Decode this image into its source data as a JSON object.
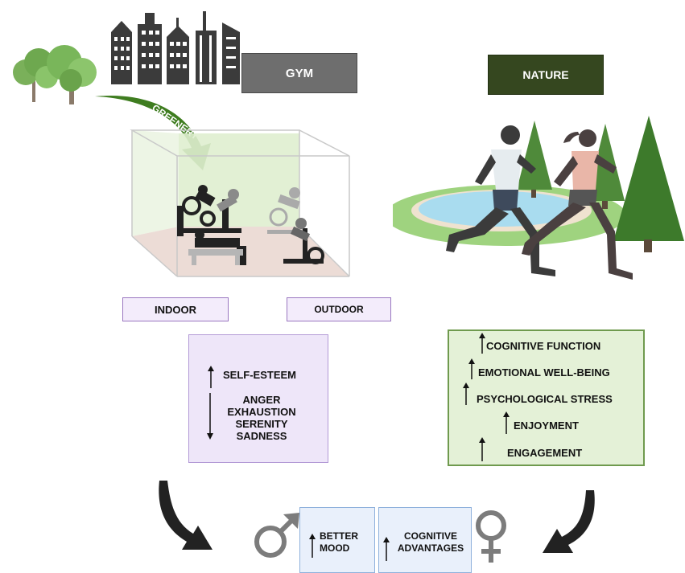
{
  "labels": {
    "gym": "GYM",
    "nature": "NATURE",
    "greenery": "GREENERY",
    "indoor": "INDOOR",
    "outdoor": "OUTDOOR"
  },
  "indoor_effects": {
    "increase": [
      "SELF-ESTEEM"
    ],
    "decrease": [
      "ANGER",
      "EXHAUSTION",
      "SERENITY",
      "SADNESS"
    ]
  },
  "nature_effects": [
    "COGNITIVE FUNCTION",
    "EMOTIONAL WELL-BEING",
    "PSYCHOLOGICAL STRESS",
    "ENJOYMENT",
    "ENGAGEMENT"
  ],
  "outcomes": {
    "mood": "BETTER MOOD",
    "cognitive": "COGNITIVE ADVANTAGES"
  },
  "colors": {
    "gym_box": "#6e6e6e",
    "nature_box": "#35471f",
    "greenery_arrow": "#3f7d20",
    "indoor_panel": "#eee6f9",
    "nature_panel": "#e4f1d7",
    "outcome_panel": "#e9f0fb"
  },
  "icons": [
    "tree-icon",
    "city-buildings-icon",
    "gym-equipment-icon",
    "runners-icon",
    "pine-tree-icon",
    "lake-icon",
    "male-symbol-icon",
    "female-symbol-icon",
    "up-arrow-icon",
    "down-arrow-icon",
    "curved-arrow-icon"
  ]
}
